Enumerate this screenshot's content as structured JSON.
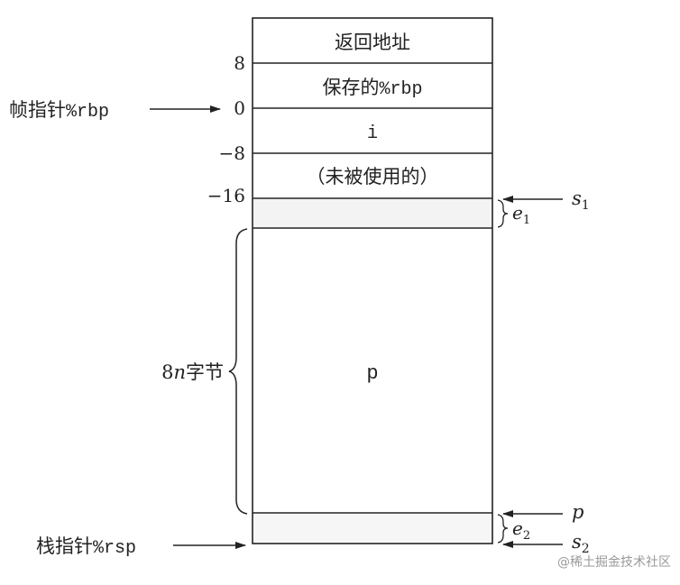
{
  "cells": {
    "return_address": "返回地址",
    "saved_rbp_text": "保存的",
    "saved_rbp_reg": "%rbp",
    "var_i": "i",
    "unused": "（未被使用的）",
    "var_p": "p"
  },
  "offsets": {
    "o8": "8",
    "o0": "0",
    "om8": "−8",
    "om16": "−16"
  },
  "frame_pointer": {
    "text": "帧指针",
    "reg": "%rbp"
  },
  "stack_pointer": {
    "text": "栈指针",
    "reg": "%rsp"
  },
  "size_label": {
    "num": "8",
    "n": "n",
    "text": "字节"
  },
  "pointers": {
    "s1": "s",
    "s1_sub": "1",
    "e1": "e",
    "e1_sub": "1",
    "p": "p",
    "e2": "e",
    "e2_sub": "2",
    "s2": "s",
    "s2_sub": "2"
  },
  "watermark": "@稀土掘金技术社区"
}
